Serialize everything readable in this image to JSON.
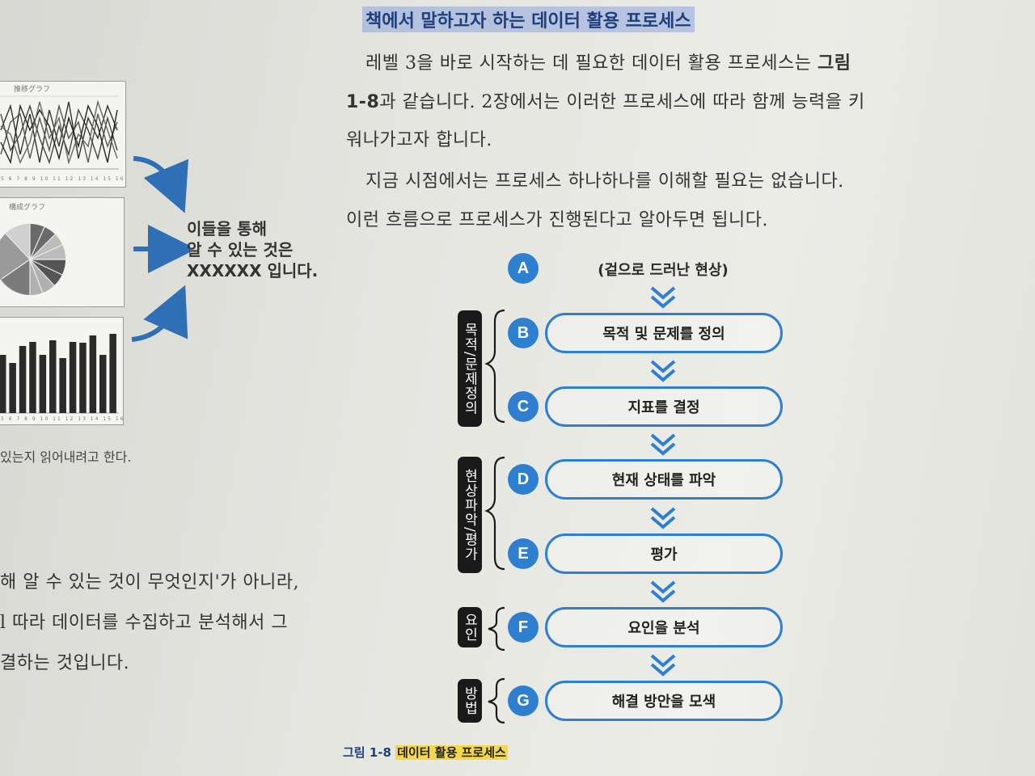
{
  "heading": "책에서 말하고자 하는 데이터 활용 프로세스",
  "paragraph1": {
    "line1_pre": "레벨 3을 바로 시작하는 데 필요한 데이터 활용 프로세스는 ",
    "line1_bold": "그림",
    "line2_bold": "1-8",
    "line2_rest": "과 같습니다. 2장에서는 이러한 프로세스에 따라 함께 능력을 키",
    "line3": "워나가고자 합니다."
  },
  "paragraph2": {
    "line1": "지금 시점에서는 프로세스 하나하나를 이해할 필요는 없습니다.",
    "line2": "이런 흐름으로 프로세스가 진행된다고 알아두면 됩니다."
  },
  "left_figure": {
    "thumb1_title": "推移グラフ",
    "thumb1_ticks": "5 6 7 8 9 10 11 12 13 14 15 16",
    "thumb2_title": "構成グラフ",
    "thumb3_ticks": "5 6 7 8 9 10 11 12 13 14 15 16",
    "callout_line1": "이들을 통해",
    "callout_line2": "알 수 있는 것은",
    "callout_line3": "XXXXXX 입니다.",
    "caption": "있는지 읽어내려고 한다.",
    "bars": [
      0.72,
      0.62,
      0.83,
      0.88,
      0.72,
      0.9,
      0.68,
      0.88,
      0.87,
      0.96,
      0.72,
      0.98
    ]
  },
  "left_text": {
    "line1": "해 알 수 있는 것이 무엇인지'가 아니라,",
    "line2": "l 따라 데이터를 수집하고 분석해서 그",
    "line3": "결하는 것입니다."
  },
  "process": {
    "step_a_letter": "A",
    "step_a_label": "(겉으로 드러난 현상)",
    "steps": [
      {
        "letter": "B",
        "label": "목적 및 문제를 정의"
      },
      {
        "letter": "C",
        "label": "지표를 결정"
      },
      {
        "letter": "D",
        "label": "현재 상태를 파악"
      },
      {
        "letter": "E",
        "label": "평가"
      },
      {
        "letter": "F",
        "label": "요인을 분석"
      },
      {
        "letter": "G",
        "label": "해결 방안을 모색"
      }
    ],
    "groups": [
      {
        "label": "목적/문제정의"
      },
      {
        "label": "현상파악/평가"
      },
      {
        "label": "요인"
      },
      {
        "label": "방법"
      }
    ]
  },
  "figure_caption": {
    "number": "그림 1-8",
    "title": "데이터 활용 프로세스"
  },
  "colors": {
    "accent_blue": "#2f7fd0",
    "heading_blue": "#1f3f7a",
    "caption_highlight": "#f2d84a"
  }
}
